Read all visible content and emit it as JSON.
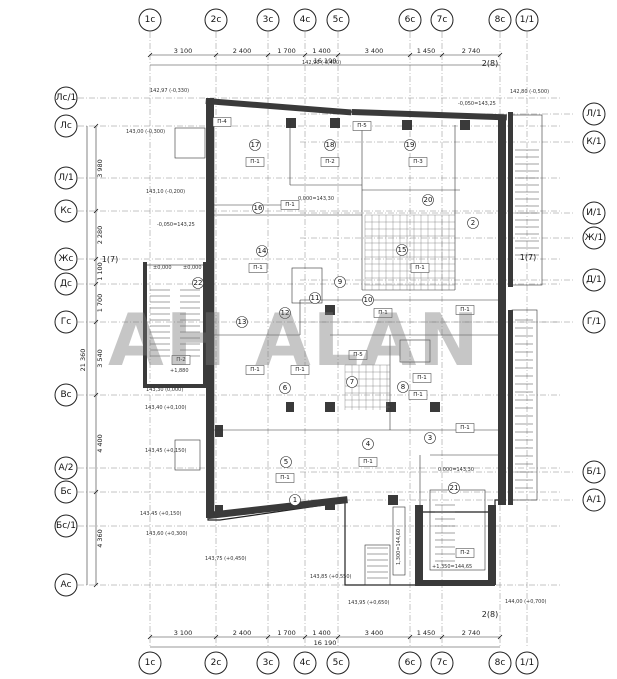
{
  "axes_top": [
    "1с",
    "2с",
    "3с",
    "4с",
    "5с",
    "6с",
    "7с",
    "8с",
    "1/1"
  ],
  "axes_bottom": [
    "1с",
    "2с",
    "3с",
    "4с",
    "5с",
    "6с",
    "7с",
    "8с",
    "1/1"
  ],
  "axes_left": [
    "Лс/1",
    "Лс",
    "Л/1",
    "Кс",
    "Жс",
    "Дс",
    "Гс",
    "Вс",
    "А/2",
    "Бс",
    "Бс/1",
    "Ас"
  ],
  "axes_right": [
    "Л/1",
    "К/1",
    "И/1",
    "Ж/1",
    "Д/1",
    "Г/1",
    "Б/1",
    "А/1"
  ],
  "dims_top": [
    "3 100",
    "2 400",
    "1 700",
    "1 400",
    "3 400",
    "1 450",
    "2 740"
  ],
  "dims_top_total": "16 190",
  "dims_bottom": [
    "3 100",
    "2 400",
    "1 700",
    "1 400",
    "3 400",
    "1 450",
    "2 740"
  ],
  "dims_bottom_total": "16 190",
  "dims_left": [
    "3 980",
    "2 280",
    "1 100",
    "1 700",
    "3 540",
    "4 400",
    "4 360"
  ],
  "dims_left_total": "21 360",
  "room_numbers": [
    "17",
    "18",
    "19",
    "16",
    "20",
    "2",
    "14",
    "15",
    "11",
    "10",
    "12",
    "13",
    "22",
    "6",
    "7",
    "8",
    "9",
    "3",
    "5",
    "4",
    "21",
    "1"
  ],
  "tags": [
    "П-1",
    "П-2",
    "П-3",
    "П-4",
    "П-5",
    "П-1",
    "П-1",
    "П-1",
    "П-1",
    "П-1",
    "П-1",
    "П-2",
    "П-1",
    "П-5",
    "П-1",
    "П-1",
    "П-1",
    "П-1",
    "П-1",
    "П-2"
  ],
  "elevations": [
    "142,97 (-0,330)",
    "143,00 (-0,300)",
    "143,10 (-0,200)",
    "-0,050=143,25",
    "142,90 (-0,400)",
    "-0,050=143,25",
    "142,80 (-0,500)",
    "0,000=143,30",
    "143,30 (0,000)",
    "143,40 (+0,100)",
    "143,45 (+0,150)",
    "143,45 (+0,150)",
    "143,60 (+0,300)",
    "143,75 (+0,450)",
    "143,85 (+0,550)",
    "143,95 (+0,650)",
    "144,00 (+0,700)",
    "0,000=143,30",
    "+1,350=144,65",
    "1,300=144,60",
    "+1,880",
    "±0,000",
    "±0,000"
  ],
  "section_marks": [
    "2(8)",
    "2(8)",
    "1(7)",
    "1(7)"
  ],
  "watermark": "AH ALAN"
}
